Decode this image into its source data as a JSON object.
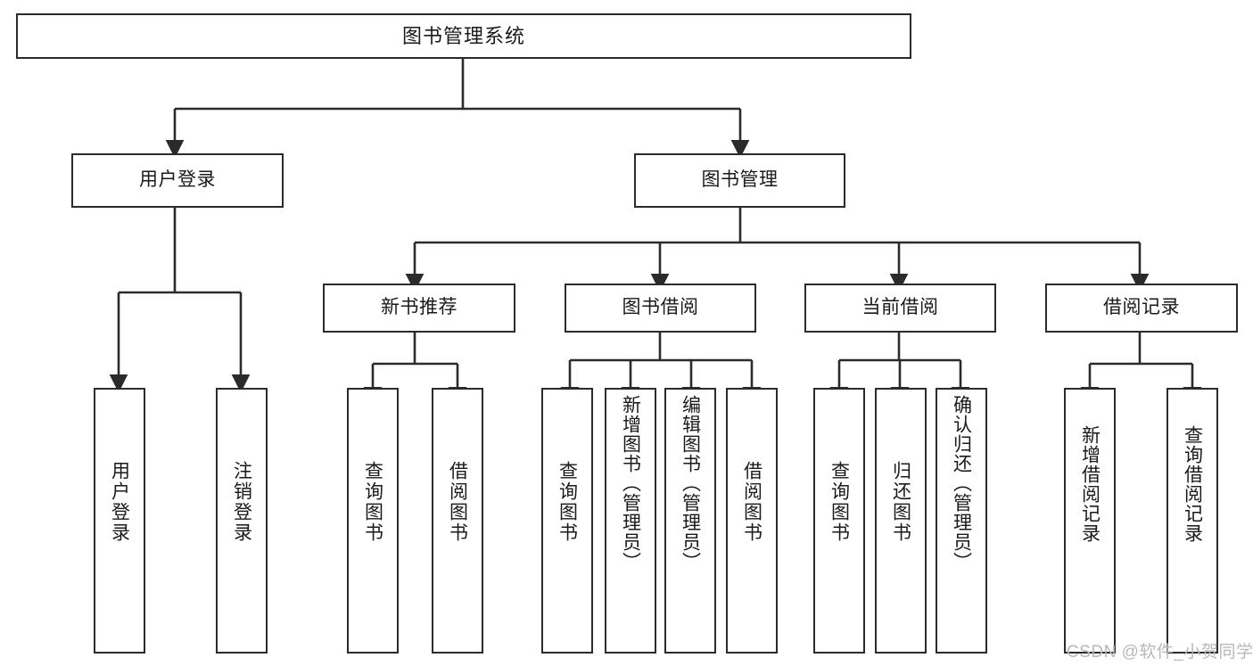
{
  "diagram": {
    "title": "图书管理系统",
    "type": "tree",
    "colors": {
      "stroke": "#2b2b2b",
      "fill": "#ffffff",
      "text": "#1a1a1a",
      "watermark": "#b8b8b8"
    },
    "levels": {
      "root": "图书管理系统",
      "level2": [
        "用户登录",
        "图书管理"
      ],
      "level3": [
        "新书推荐",
        "图书借阅",
        "当前借阅",
        "借阅记录"
      ]
    },
    "nodes": {
      "root": {
        "label": "图书管理系统"
      },
      "user_login": {
        "label": "用户登录"
      },
      "book_manage": {
        "label": "图书管理"
      },
      "new_book_rec": {
        "label": "新书推荐"
      },
      "book_borrow": {
        "label": "图书借阅"
      },
      "current_borrow": {
        "label": "当前借阅"
      },
      "borrow_record": {
        "label": "借阅记录"
      },
      "leaf_user_login": {
        "label": "用户登录"
      },
      "leaf_logout": {
        "label": "注销登录"
      },
      "leaf_query_book_1": {
        "label": "查询图书"
      },
      "leaf_borrow_book_1": {
        "label": "借阅图书"
      },
      "leaf_query_book_2": {
        "label": "查询图书"
      },
      "leaf_add_book_admin": {
        "label": "新增图书（管理员）"
      },
      "leaf_edit_book_admin": {
        "label": "编辑图书（管理员）"
      },
      "leaf_borrow_book_2": {
        "label": "借阅图书"
      },
      "leaf_query_book_3": {
        "label": "查询图书"
      },
      "leaf_return_book": {
        "label": "归还图书"
      },
      "leaf_confirm_return_admin": {
        "label": "确认归还（管理员）"
      },
      "leaf_add_record": {
        "label": "新增借阅记录"
      },
      "leaf_query_record": {
        "label": "查询借阅记录"
      }
    },
    "edges": [
      {
        "from": "root",
        "to": "user_login"
      },
      {
        "from": "root",
        "to": "book_manage"
      },
      {
        "from": "user_login",
        "to": "leaf_user_login"
      },
      {
        "from": "user_login",
        "to": "leaf_logout"
      },
      {
        "from": "book_manage",
        "to": "new_book_rec"
      },
      {
        "from": "book_manage",
        "to": "book_borrow"
      },
      {
        "from": "book_manage",
        "to": "current_borrow"
      },
      {
        "from": "book_manage",
        "to": "borrow_record"
      },
      {
        "from": "new_book_rec",
        "to": "leaf_query_book_1"
      },
      {
        "from": "new_book_rec",
        "to": "leaf_borrow_book_1"
      },
      {
        "from": "book_borrow",
        "to": "leaf_query_book_2"
      },
      {
        "from": "book_borrow",
        "to": "leaf_add_book_admin"
      },
      {
        "from": "book_borrow",
        "to": "leaf_edit_book_admin"
      },
      {
        "from": "book_borrow",
        "to": "leaf_borrow_book_2"
      },
      {
        "from": "current_borrow",
        "to": "leaf_query_book_3"
      },
      {
        "from": "current_borrow",
        "to": "leaf_return_book"
      },
      {
        "from": "current_borrow",
        "to": "leaf_confirm_return_admin"
      },
      {
        "from": "borrow_record",
        "to": "leaf_add_record"
      },
      {
        "from": "borrow_record",
        "to": "leaf_query_record"
      }
    ]
  },
  "watermark": {
    "text": "CSDN @软件_小贺同学"
  }
}
